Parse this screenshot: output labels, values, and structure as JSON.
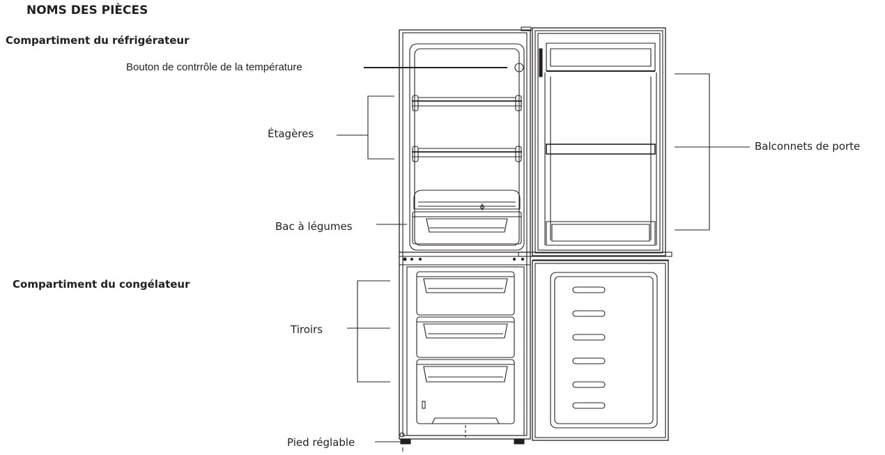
{
  "title": "NOMS DES PIÈCES",
  "sections": {
    "fridge": "Compartiment du réfrigérateur",
    "freezer": "Compartiment du congélateur"
  },
  "callouts": {
    "temperature_knob": "Bouton de contrrôle de la température",
    "shelves": "Étagères",
    "crisper": "Bac à légumes",
    "drawers": "Tiroirs",
    "door_balconies": "Balconnets de porte",
    "adjustable_foot": "Pied réglable"
  },
  "colors": {
    "line": "#231f20",
    "background": "#ffffff"
  }
}
